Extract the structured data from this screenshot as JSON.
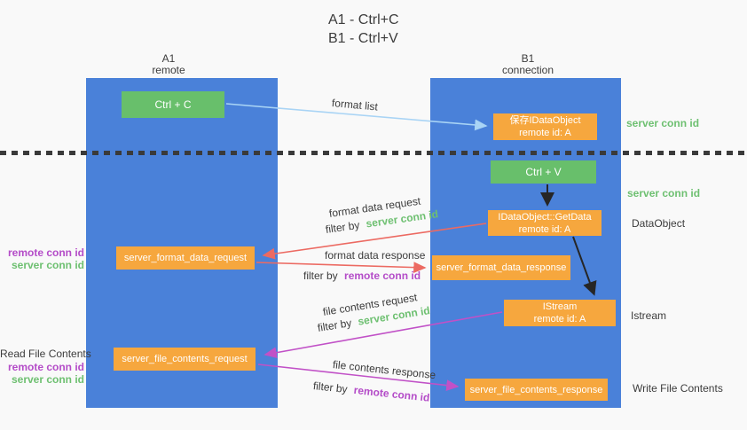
{
  "title": {
    "line1": "A1 - Ctrl+C",
    "line2": "B1 - Ctrl+V"
  },
  "lanes": {
    "left": {
      "header_line1": "A1",
      "header_line2": "remote"
    },
    "right": {
      "header_line1": "B1",
      "header_line2": "connection"
    }
  },
  "nodes": {
    "ctrl_c": {
      "label": "Ctrl + C"
    },
    "save_dataobject": {
      "line1": "保存IDataObject",
      "line2": "remote id: A"
    },
    "ctrl_v": {
      "label": "Ctrl + V"
    },
    "getdata": {
      "line1": "IDataObject::GetData",
      "line2": "remote id: A"
    },
    "istream": {
      "line1": "IStream",
      "line2": "remote id: A"
    },
    "format_request": {
      "label": "server_format_data_request"
    },
    "format_response": {
      "label": "server_format_data_response"
    },
    "file_request": {
      "label": "server_file_contents_request"
    },
    "file_response": {
      "label": "server_file_contents_response"
    }
  },
  "edges": {
    "format_list": {
      "label": "format list"
    },
    "format_data_request": {
      "label": "format data request",
      "filter_prefix": "filter by",
      "filter_key": "server conn id"
    },
    "format_data_response": {
      "label": "format data response",
      "filter_prefix": "filter by",
      "filter_key": "remote conn id"
    },
    "file_contents_request": {
      "label": "file contents request",
      "filter_prefix": "filter by",
      "filter_key": "server conn id"
    },
    "file_contents_response": {
      "label": "file contents response",
      "filter_prefix": "filter by",
      "filter_key": "remote conn id"
    }
  },
  "right_annotations": [
    {
      "text": "server conn id"
    },
    {
      "text": "server conn id"
    },
    {
      "text": "DataObject"
    },
    {
      "text": "Istream"
    },
    {
      "text": "Write File Contents"
    }
  ],
  "left_annotations": {
    "format_pair": {
      "remote": "remote conn id",
      "server": "server conn id"
    },
    "read_file_contents": "Read File Contents",
    "file_pair": {
      "remote": "remote conn id",
      "server": "server conn id"
    }
  },
  "colors": {
    "background": "#f9f9f9",
    "lane_blue": "#4a81d9",
    "node_orange": "#f6a73e",
    "node_green": "#68bf6b",
    "arrow_blue": "#a9d4f5",
    "arrow_red": "#ec6a62",
    "arrow_magenta": "#c151c7",
    "arrow_black": "#262626",
    "text_green": "#6ec071",
    "text_purple": "#b44cc8",
    "text_dark": "#3c3c3c"
  }
}
